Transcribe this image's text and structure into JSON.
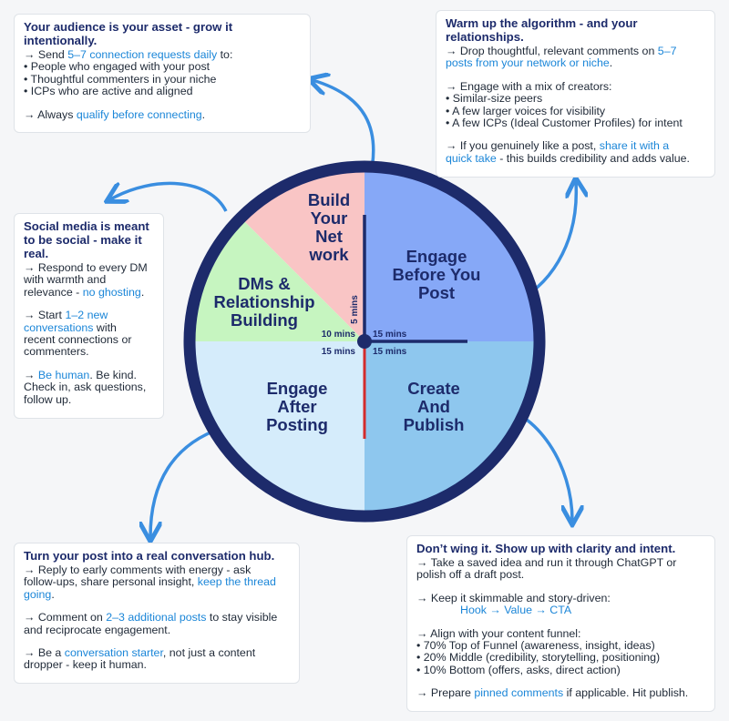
{
  "colors": {
    "rim": "#1d2b6b",
    "build": "#f9c5c5",
    "engage_before": "#86a8f7",
    "create": "#8ec7ee",
    "engage_after": "#d5ecfb",
    "dms": "#c6f5c0",
    "arrow": "#3a8ee0",
    "highlight": "#1b86d8",
    "second_hand": "#d22c2c"
  },
  "wheel": {
    "segments": {
      "build": [
        "Build",
        "Your",
        "Net",
        "work"
      ],
      "engage_before": [
        "Engage",
        "Before You",
        "Post"
      ],
      "create": [
        "Create",
        "And",
        "Publish"
      ],
      "engage_after": [
        "Engage",
        "After",
        "Posting"
      ],
      "dms": [
        "DMs &",
        "Relationship",
        "Building"
      ]
    },
    "times": {
      "vertical": "5 mins",
      "left_top": "10 mins",
      "right_top": "15 mins",
      "left_bottom": "15 mins",
      "right_bottom": "15 mins"
    }
  },
  "cards": {
    "build": {
      "title": [
        "Your audience is your asset - grow it",
        "intentionally."
      ],
      "l1": [
        "→ Send ",
        "5–7 connection requests daily",
        " to:"
      ],
      "l2": "• People who engaged with your post",
      "l3": "• Thoughtful commenters in your niche",
      "l4": "• ICPs who are active and aligned",
      "l5": [
        "→ Always ",
        "qualify before connecting",
        "."
      ]
    },
    "engage_before": {
      "title": [
        "Warm up the algorithm - and your",
        "relationships."
      ],
      "l1": [
        "→ Drop thoughtful, relevant comments on ",
        "5–7"
      ],
      "l2": [
        "posts from your network or niche",
        "."
      ],
      "l3": "→ Engage with a mix of creators:",
      "l4": "• Similar-size peers",
      "l5": "• A few larger voices for visibility",
      "l6": "• A few ICPs (Ideal Customer Profiles) for intent",
      "l7": [
        "→ If you genuinely like a post, ",
        "share it with a"
      ],
      "l8": [
        "quick take",
        " - this builds credibility and adds value."
      ]
    },
    "dms": {
      "title": [
        "Social media is meant",
        "to be social - make it",
        "real."
      ],
      "l1": "→ Respond to every DM",
      "l2": "with warmth and",
      "l3": [
        "relevance - ",
        "no ghosting",
        "."
      ],
      "l4": [
        "→ Start ",
        "1–2 new"
      ],
      "l5": [
        "conversations",
        " with"
      ],
      "l6": "recent connections or",
      "l7": "commenters.",
      "l8": [
        "→ ",
        "Be human",
        ". Be kind."
      ],
      "l9": "Check in, ask questions,",
      "l10": "follow up."
    },
    "engage_after": {
      "title": "Turn your post into a real conversation hub.",
      "l1": "→ Reply to early comments with energy - ask",
      "l2": [
        "follow-ups, share personal insight, ",
        "keep the thread"
      ],
      "l3": [
        "going",
        "."
      ],
      "l4": [
        "→ Comment on ",
        "2–3 additional posts",
        " to stay visible"
      ],
      "l5": "and reciprocate engagement.",
      "l6": [
        "→ Be a ",
        "conversation starter",
        ", not just a content"
      ],
      "l7": "dropper - keep it human."
    },
    "create": {
      "title": "Don’t wing it. Show up with clarity and intent.",
      "l1": "→ Take a saved idea and run it through ChatGPT or",
      "l2": "polish off a draft post.",
      "l3": "→ Keep it skimmable and story-driven:",
      "l4": "Hook → Value → CTA",
      "l5": "→ Align with your content funnel:",
      "l6": "• 70% Top of Funnel (awareness, insight, ideas)",
      "l7": "• 20% Middle (credibility, storytelling, positioning)",
      "l8": "• 10% Bottom (offers, asks, direct action)",
      "l9": [
        "→ Prepare ",
        "pinned comments",
        " if applicable. Hit publish."
      ]
    }
  }
}
